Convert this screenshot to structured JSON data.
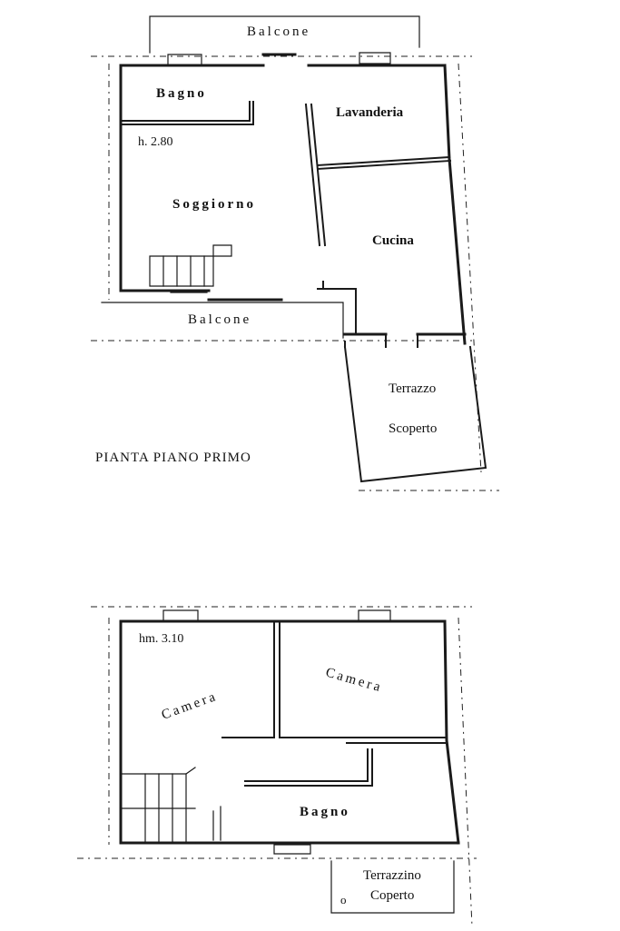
{
  "plans": {
    "first_floor": {
      "title": "PIANTA PIANO PRIMO",
      "height_note": "h. 2.80",
      "rooms": {
        "balcone_top": "Balcone",
        "bagno": "Bagno",
        "lavanderia": "Lavanderia",
        "soggiorno": "Soggiorno",
        "cucina": "Cucina",
        "balcone_bottom": "Balcone",
        "terrazzo_line1": "Terrazzo",
        "terrazzo_line2": "Scoperto"
      }
    },
    "second_floor": {
      "height_note": "hm. 3.10",
      "rooms": {
        "camera_left": "Camera",
        "camera_right": "Camera",
        "bagno": "Bagno",
        "terrazzino_line1": "Terrazzino",
        "terrazzino_line2": "Coperto",
        "terrazzino_mark": "o"
      }
    }
  }
}
